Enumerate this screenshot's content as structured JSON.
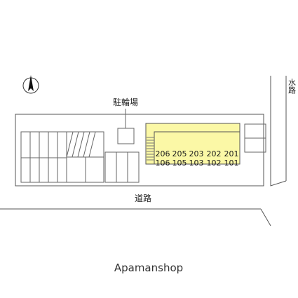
{
  "labels": {
    "bicycle_parking": "駐輪場",
    "road": "道路",
    "waterway": "水路",
    "brand": "Apamanshop"
  },
  "units_upper": [
    "206",
    "205",
    "203",
    "202",
    "201"
  ],
  "units_lower": [
    "106",
    "105",
    "103",
    "102",
    "101"
  ],
  "icons": {
    "north": "north-arrow-icon"
  },
  "colors": {
    "building_fill": "#fbf8a6",
    "line": "#555555",
    "text": "#222222"
  }
}
